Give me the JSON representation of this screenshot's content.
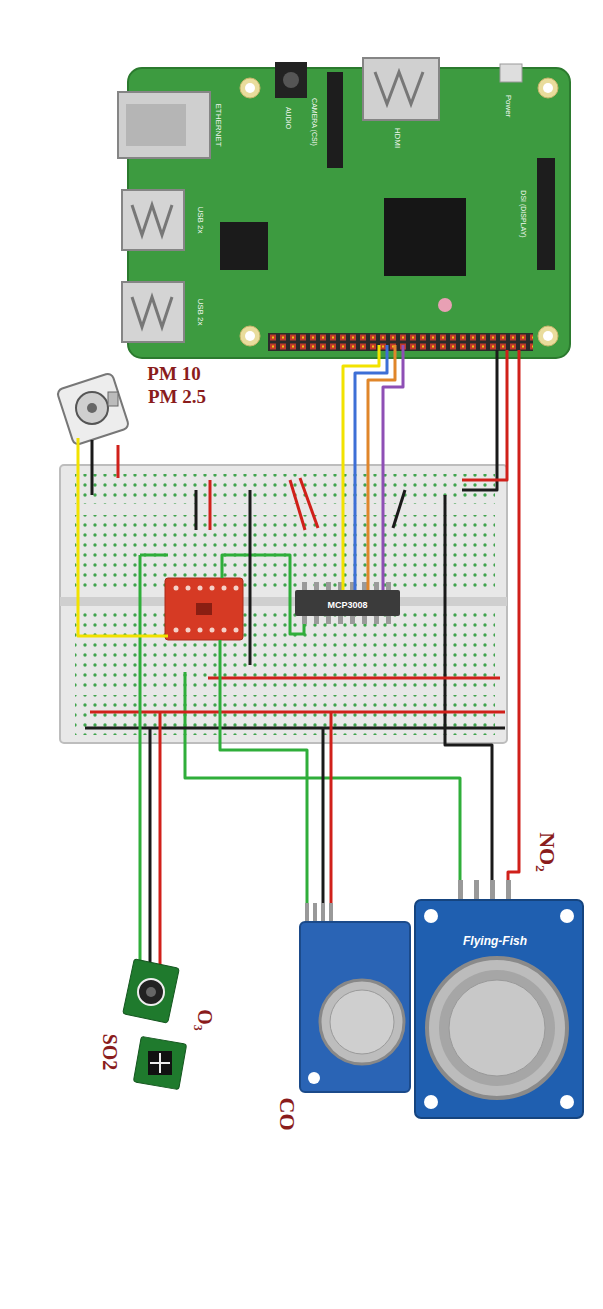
{
  "diagram": {
    "nodes": [
      {
        "text": [
          "ETHERNET",
          "USB 2x",
          "USB 2x",
          "AUDIO",
          "CAMERA (CSI)",
          "HDMI",
          "Power",
          "DSI (DISPLAY)"
        ]
      },
      {
        "text": [
          "PM 10",
          "PM 2.5"
        ]
      },
      {
        "text": [
          "MCP3008"
        ]
      },
      {
        "text": [
          "Flying-Fish",
          "NO₂"
        ]
      },
      {
        "text": [
          "CO"
        ]
      },
      {
        "text": [
          "SO2"
        ]
      },
      {
        "text": [
          "O₃"
        ]
      }
    ],
    "edges": [
      {
        "from": 0,
        "to": 2,
        "arrow": "none"
      },
      {
        "from": 0,
        "to": 2,
        "arrow": "none"
      },
      {
        "from": 0,
        "to": 2,
        "arrow": "none"
      },
      {
        "from": 0,
        "to": 2,
        "arrow": "none"
      }
    ]
  }
}
